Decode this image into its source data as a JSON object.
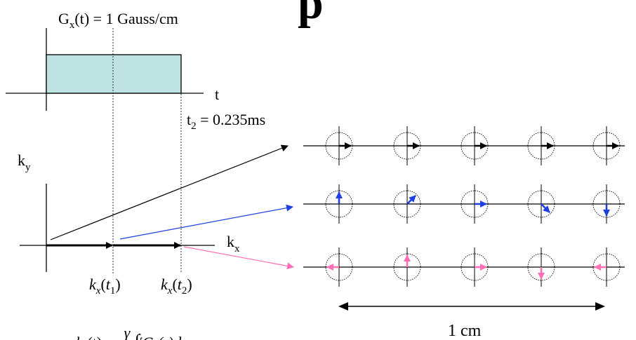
{
  "title_fragment": "p",
  "gradient_label": {
    "main": "G",
    "sub": "x",
    "rest": "(t) = 1 Gauss/cm"
  },
  "time_axis_label": "t",
  "t2_label": {
    "main": "t",
    "sub": "2",
    "rest": " =  0.235ms"
  },
  "ky_label": {
    "main": "k",
    "sub": "y"
  },
  "kx_label": {
    "main": "k",
    "sub": "x"
  },
  "kx_t1_label": {
    "main": "k",
    "sub": "x",
    "paren_open": "(",
    "t": "t",
    "tsub": "1",
    "paren_close": ")"
  },
  "kx_t2_label": {
    "main": "k",
    "sub": "x",
    "paren_open": "(",
    "t": "t",
    "tsub": "2",
    "paren_close": ")"
  },
  "distance_label": "1 cm",
  "formula_fragment": {
    "k": "k",
    "x": "x",
    "t": "(t) = ",
    "gamma": "γ",
    "integral": "∫",
    "upper": "t",
    "G": "G",
    "Gsub": "x",
    "rest": "(τ)dτ"
  },
  "colors": {
    "pulse_fill": "#bfe3e3",
    "row1": "#000000",
    "row2": "#1f3fe0",
    "row3": "#ff6fb5",
    "connector_blue": "#1f3fe0",
    "connector_pink": "#ff6fb5"
  },
  "rows": [
    {
      "name": "row-t0",
      "color": "#000000",
      "angles_deg": [
        0,
        0,
        0,
        0,
        0
      ]
    },
    {
      "name": "row-t1",
      "color": "#1f3fe0",
      "angles_deg": [
        -90,
        -45,
        0,
        45,
        90
      ]
    },
    {
      "name": "row-t2",
      "color": "#ff6fb5",
      "angles_deg": [
        180,
        -90,
        0,
        90,
        180
      ]
    }
  ]
}
